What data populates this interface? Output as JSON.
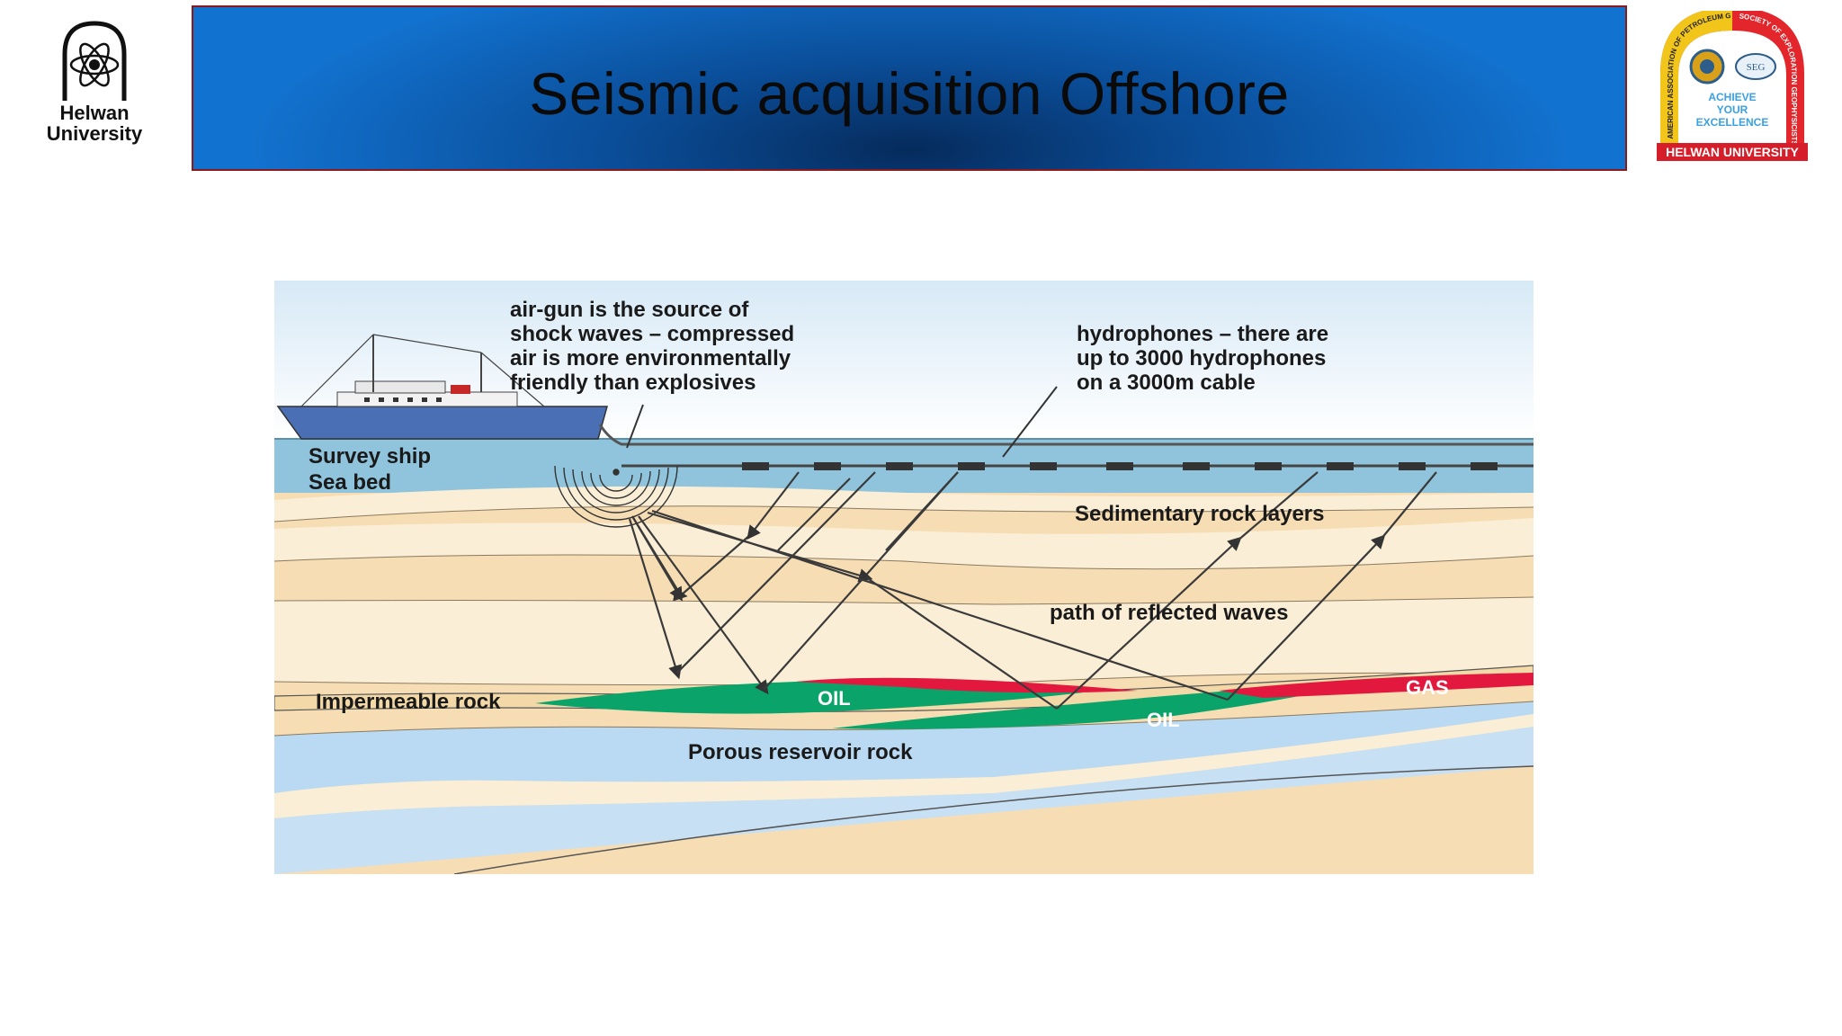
{
  "header": {
    "title": "Seismic acquisition Offshore"
  },
  "logo_left": {
    "line1": "Helwan",
    "line2": "University"
  },
  "logo_right": {
    "ring_text_left": "AMERICAN ASSOCIATION OF PETROLEUM GEOLOGISTS",
    "ring_text_right": "SOCIETY OF EXPLORATION GEOPHYSICISTS",
    "seal_text": "SEG",
    "motto": [
      "ACHIEVE",
      "YOUR",
      "EXCELLENCE"
    ],
    "footer": "HELWAN UNIVERSITY"
  },
  "diagram": {
    "airgun_note": [
      "air-gun is the source of",
      "shock waves – compressed",
      "air is more environmentally",
      "friendly than explosives"
    ],
    "hydrophone_note": [
      "hydrophones – there are",
      "up to 3000 hydrophones",
      "on a 3000m cable"
    ],
    "survey_ship": "Survey ship",
    "sea_bed": "Sea bed",
    "sedimentary": "Sedimentary rock layers",
    "reflected": "path of reflected waves",
    "impermeable": "Impermeable rock",
    "oil_1": "OIL",
    "oil_2": "OIL",
    "gas": "GAS",
    "porous": "Porous reservoir rock"
  },
  "colors": {
    "banner_dark": "#062b5c",
    "banner_light": "#1272cf",
    "banner_border": "#8b1a1a",
    "sea": "#8fc4dc",
    "sand": "#f6ddb4",
    "porous_blue": "#b9daf2",
    "oil": "#0aa36a",
    "gas": "#e3183f"
  }
}
